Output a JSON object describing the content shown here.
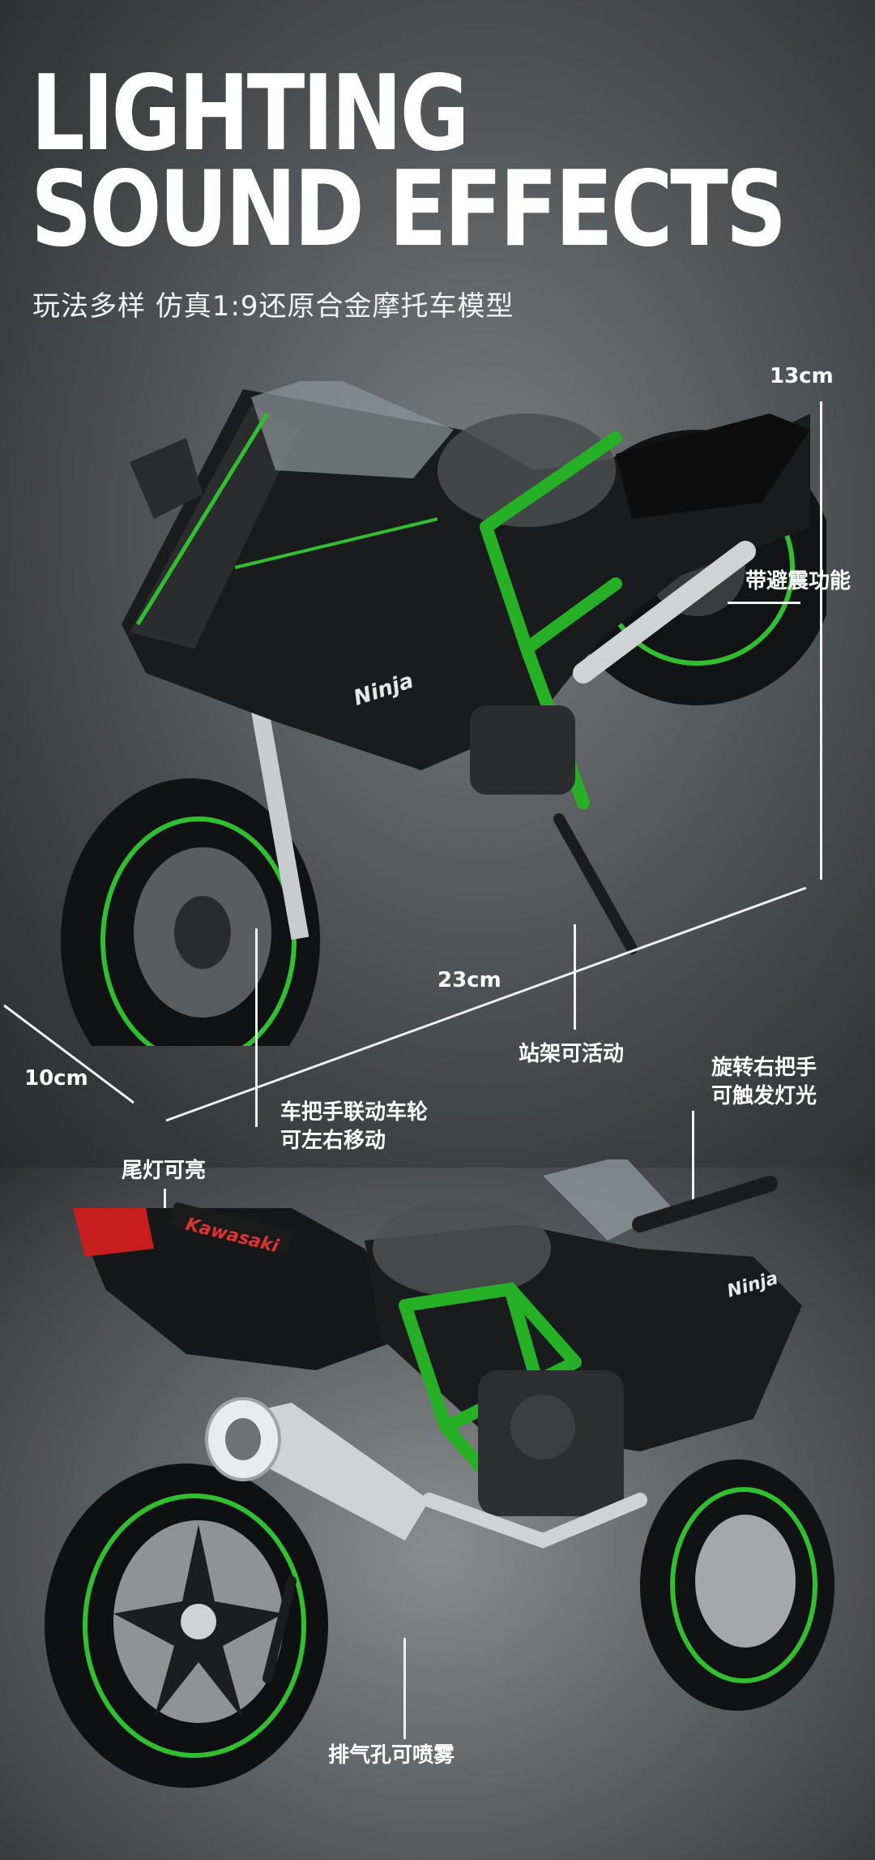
{
  "headline": {
    "line1": "LIGHTING",
    "line2": "SOUND EFFECTS"
  },
  "subtitle": "玩法多样 仿真1:9还原合金摩托车模型",
  "dimensions": {
    "height": "13cm",
    "length": "23cm",
    "width": "10cm"
  },
  "features": {
    "shock": "带避震功能",
    "stand": "站架可活动",
    "steering_line1": "车把手联动车轮",
    "steering_line2": "可左右移动",
    "throttle_line1": "旋转右把手",
    "throttle_line2": "可触发灯光",
    "taillight": "尾灯可亮",
    "exhaust": "排气孔可喷雾"
  },
  "brand": {
    "side": "Kawasaki",
    "fairing": "Ninja"
  },
  "colors": {
    "accent_green": "#2fbf2f",
    "body": "#151617",
    "chrome": "#cfd3d6"
  }
}
